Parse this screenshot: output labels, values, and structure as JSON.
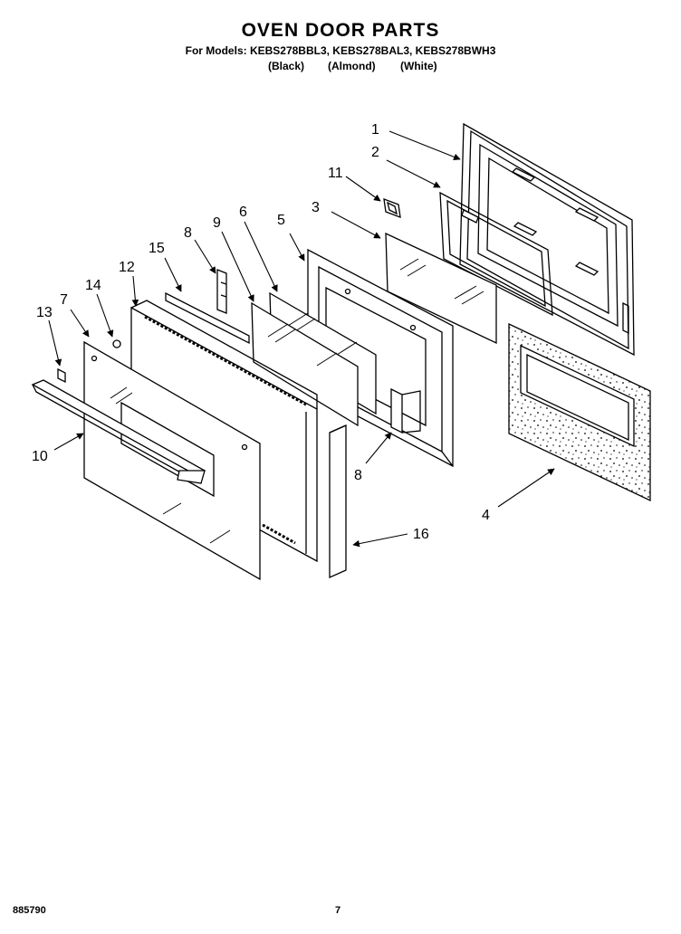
{
  "header": {
    "title": "OVEN DOOR PARTS",
    "models_line": "For Models: KEBS278BBL3, KEBS278BAL3, KEBS278BWH3",
    "variants": [
      "(Black)",
      "(Almond)",
      "(White)"
    ]
  },
  "callouts": {
    "c1": "1",
    "c2": "2",
    "c3": "3",
    "c4": "4",
    "c5": "5",
    "c6": "6",
    "c7": "7",
    "c8a": "8",
    "c8b": "8",
    "c9": "9",
    "c10": "10",
    "c11": "11",
    "c12": "12",
    "c13": "13",
    "c14": "14",
    "c15": "15",
    "c16": "16"
  },
  "footer": {
    "doc_number": "885790",
    "page": "7"
  }
}
